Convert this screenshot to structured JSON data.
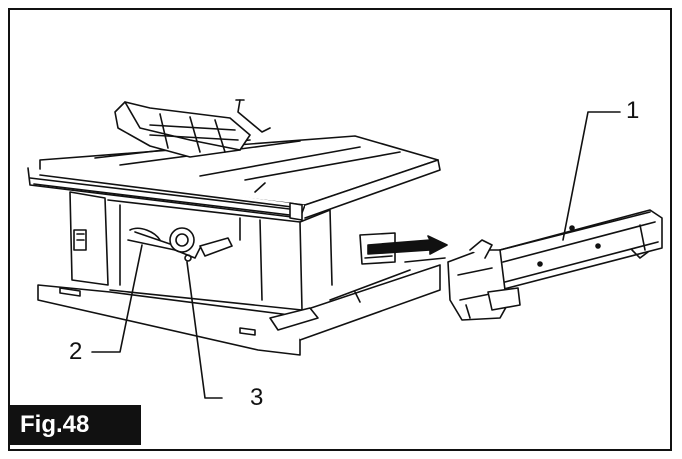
{
  "figure": {
    "label": "Fig.48",
    "callouts": [
      "1",
      "2",
      "3"
    ]
  },
  "colors": {
    "line": "#111111",
    "background": "#ffffff",
    "label_bg": "#111111",
    "label_text": "#ffffff"
  }
}
